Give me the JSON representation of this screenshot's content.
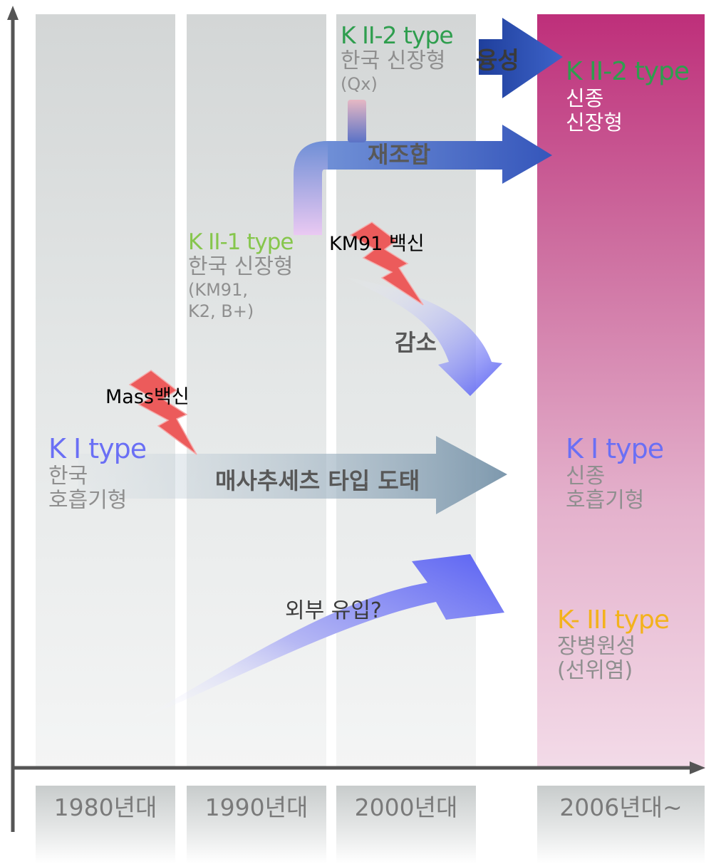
{
  "periods": [
    "1980년대",
    "1990년대",
    "2000년대",
    "2006년대~"
  ],
  "korea_types": {
    "k1": {
      "title": "K I type",
      "line1": "한국",
      "line2": "호흡기형"
    },
    "k2_1": {
      "title": "K II-1 type",
      "line1": "한국 신장형",
      "line2": "(KM91,",
      "line3": "K2, B+)"
    },
    "k2_2": {
      "title": "K II-2 type",
      "line1": "한국 신장형",
      "line2": "(Qx)"
    }
  },
  "new_types": {
    "k2_2": {
      "title": "K II-2 type",
      "line1": "신종",
      "line2": "신장형"
    },
    "k1": {
      "title": "K I type",
      "line1": "신종",
      "line2": "호흡기형"
    },
    "k3": {
      "title": "K- III type",
      "line1": "장병원성",
      "line2": "(선위염)"
    }
  },
  "vaccines": {
    "mass": "Mass백신",
    "km91": "KM91 백신"
  },
  "arrows": {
    "fusion": "융성",
    "recombination": "재조합",
    "decrease": "감소",
    "mass_elimination": "매사추세츠 타입 도태",
    "external": "외부 유입?"
  },
  "colors": {
    "k2_green": "#2e9e4e",
    "k2_1_green": "#86c64c",
    "k1_blue": "#6a6ff5",
    "k3_yellow": "#f3b21c",
    "new_column": "#be2f7a",
    "lightning": "#ec5b5b"
  }
}
